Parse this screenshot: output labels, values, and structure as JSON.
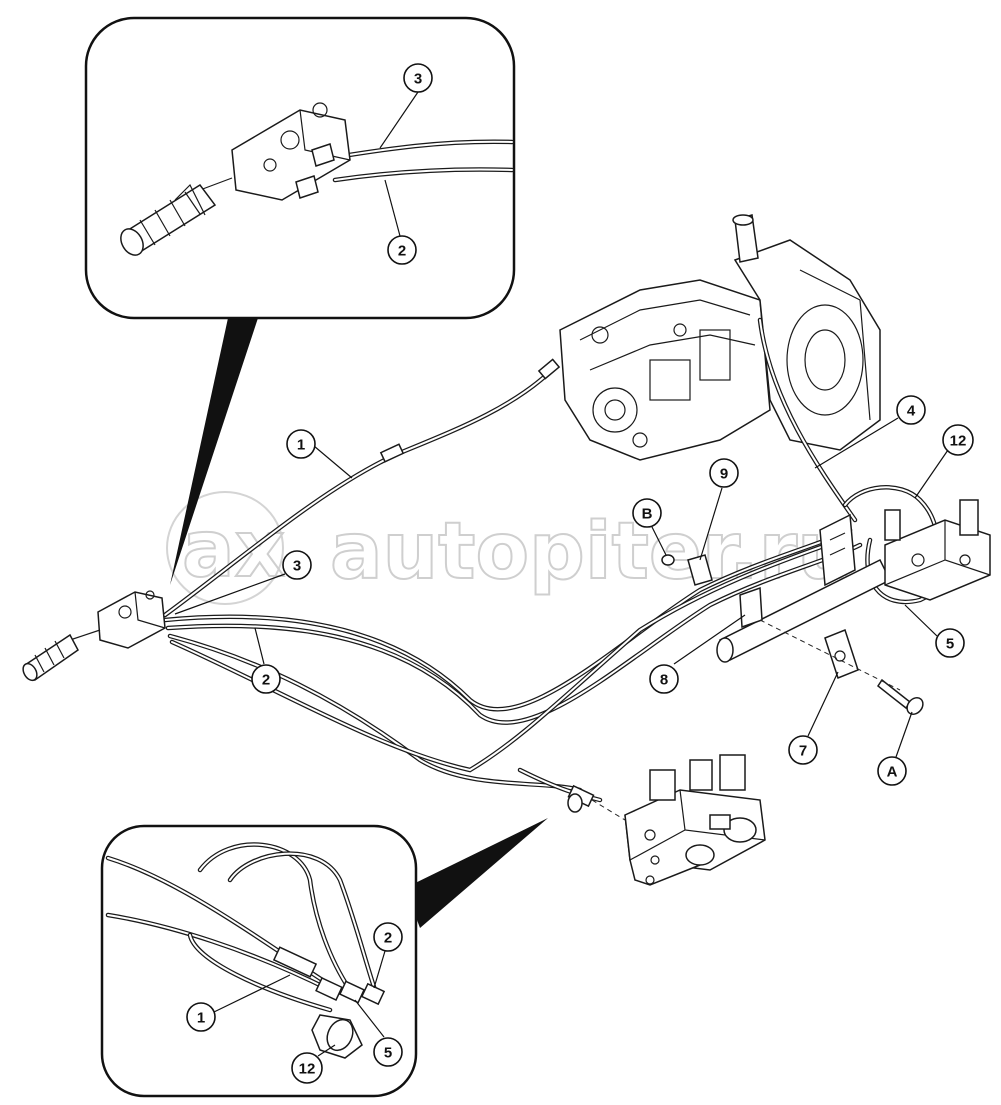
{
  "diagram": {
    "watermark": "autopiter.ru",
    "watermark_logo": "ax",
    "callouts": {
      "c1": "1",
      "c2": "2",
      "c3": "3",
      "c4": "4",
      "c5": "5",
      "c7": "7",
      "c8": "8",
      "c9": "9",
      "c12": "12",
      "cA": "A",
      "cB": "B",
      "top3": "3",
      "top2": "2",
      "bot1": "1",
      "bot2": "2",
      "bot5": "5",
      "bot12": "12"
    }
  }
}
